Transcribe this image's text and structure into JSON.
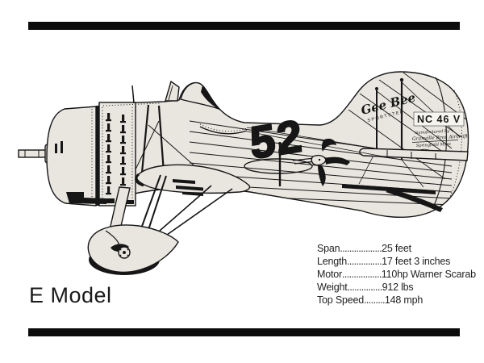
{
  "title": {
    "label": "E Model"
  },
  "specs": {
    "rows": [
      {
        "label": "Span",
        "dots": "..................",
        "value": "25 feet"
      },
      {
        "label": "Length",
        "dots": "...............",
        "value": "17 feet 3 inches"
      },
      {
        "label": "Motor",
        "dots": ".................",
        "value": "110hp Warner Scarab"
      },
      {
        "label": "Weight",
        "dots": "...............",
        "value": "912 lbs"
      },
      {
        "label": "Top Speed",
        "dots": ".........",
        "value": "148 mph"
      }
    ]
  },
  "aircraft": {
    "race_number": "52",
    "registration": "NC 46 V",
    "logo_script": "Gee Bee",
    "logo_sub": "SPORTSTER",
    "builder_script_line1": "manufactured by",
    "builder_script_line2": "Granville Bros Aircraft",
    "builder_script_line3": "Springfield Mass"
  },
  "colors": {
    "ink": "#161616",
    "paper": "#ffffff",
    "surface": "#e9e6df",
    "rule_black": "#0c0c0c"
  }
}
